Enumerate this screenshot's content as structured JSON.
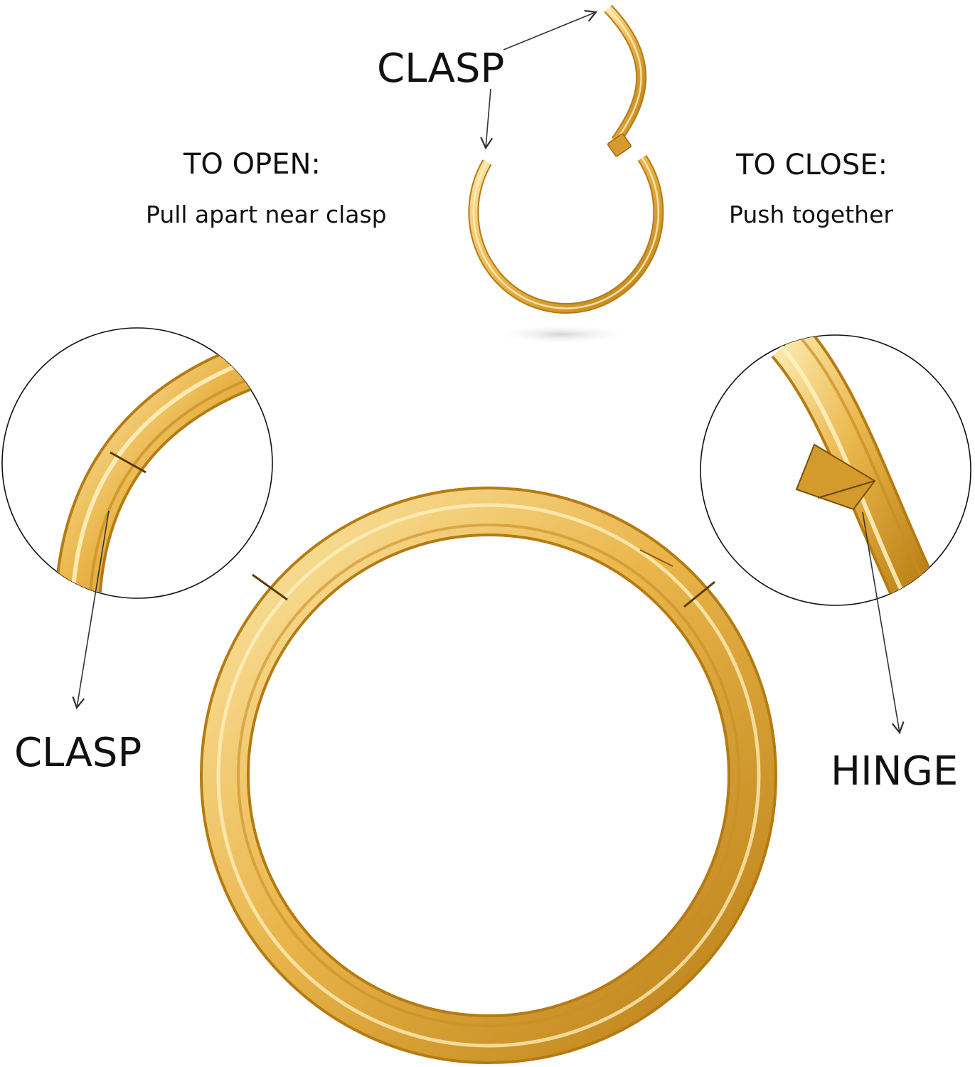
{
  "labels": {
    "clasp_top": "CLASP",
    "open_heading": "TO OPEN:",
    "open_desc": "Pull apart near clasp",
    "close_heading": "TO CLOSE:",
    "close_desc": "Push together",
    "clasp_left": "CLASP",
    "hinge_right": "HINGE"
  },
  "colors": {
    "gold_light": "#fbe09a",
    "gold_mid": "#e9b445",
    "gold_dark": "#b57b12",
    "line": "#333333"
  }
}
